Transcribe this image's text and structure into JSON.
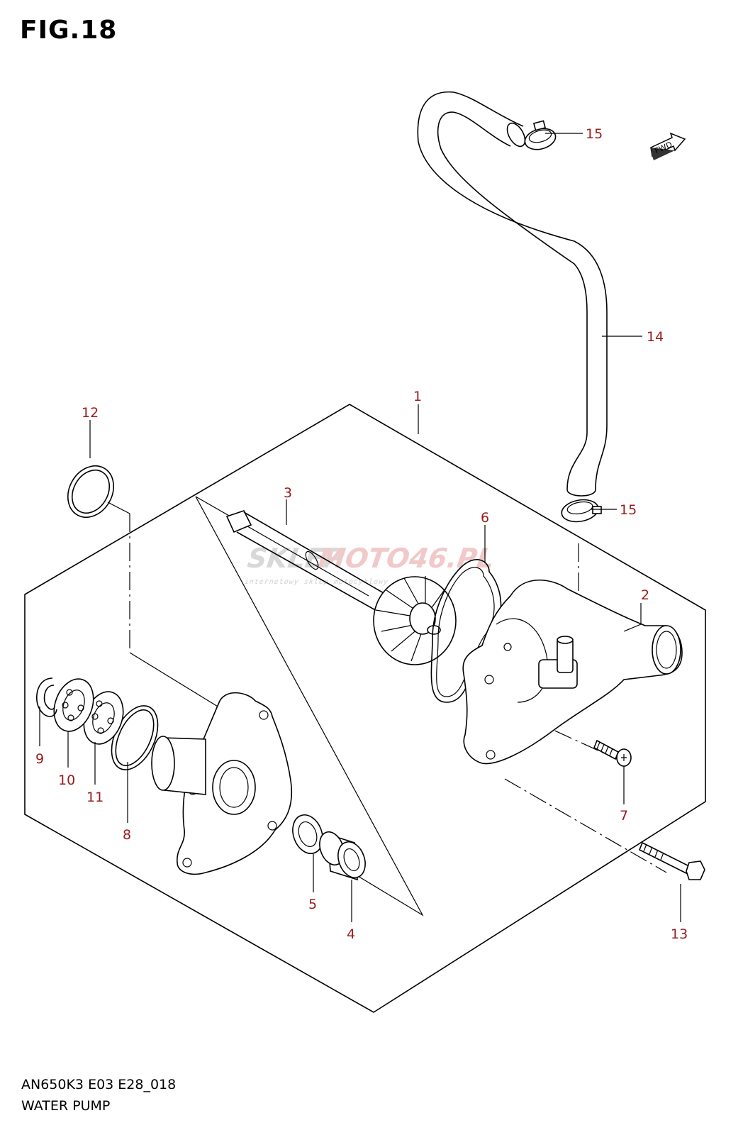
{
  "figure": {
    "title": "FIG.18",
    "model_code": "AN650K3 E03 E28_018",
    "part_name": "WATER PUMP"
  },
  "direction_badge": {
    "label": "FWD"
  },
  "watermark": {
    "brand_prefix": "SKLEP",
    "brand_main": "MOTO46.PL",
    "tagline": "internetowy sklep motocyklowy"
  },
  "callouts": [
    {
      "id": "callout-1",
      "label": "1"
    },
    {
      "id": "callout-2",
      "label": "2"
    },
    {
      "id": "callout-3",
      "label": "3"
    },
    {
      "id": "callout-4",
      "label": "4"
    },
    {
      "id": "callout-5",
      "label": "5"
    },
    {
      "id": "callout-6",
      "label": "6"
    },
    {
      "id": "callout-7",
      "label": "7"
    },
    {
      "id": "callout-8",
      "label": "8"
    },
    {
      "id": "callout-9",
      "label": "9"
    },
    {
      "id": "callout-10",
      "label": "10"
    },
    {
      "id": "callout-11",
      "label": "11"
    },
    {
      "id": "callout-12",
      "label": "12"
    },
    {
      "id": "callout-13",
      "label": "13"
    },
    {
      "id": "callout-14",
      "label": "14"
    },
    {
      "id": "callout-15a",
      "label": "15"
    },
    {
      "id": "callout-15b",
      "label": "15"
    }
  ],
  "colors": {
    "callout_text": "#9b1b1b",
    "line_art": "#000000",
    "watermark_red": "#f1c9c9"
  }
}
